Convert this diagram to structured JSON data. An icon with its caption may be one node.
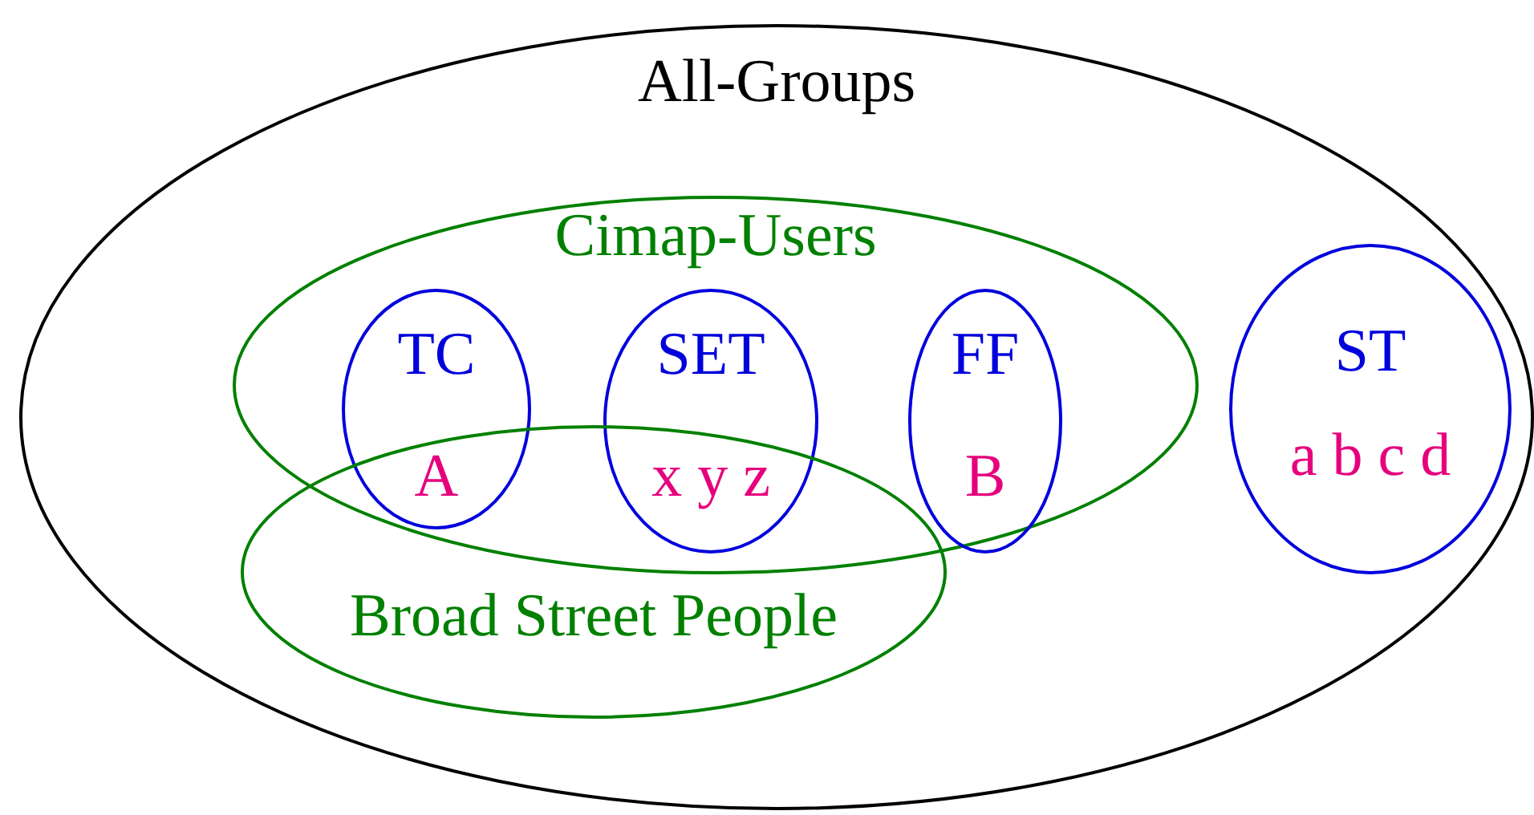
{
  "diagram": {
    "nodes": [
      {
        "text": [
          "All-Groups"
        ]
      },
      {
        "text": [
          "Cimap-Users"
        ],
        "in": 0
      },
      {
        "text": [
          "Broad Street People"
        ],
        "in": 0
      },
      {
        "text": [
          "TC",
          "A"
        ],
        "in": 1
      },
      {
        "text": [
          "SET",
          "x y z"
        ],
        "in": 1
      },
      {
        "text": [
          "FF",
          "B"
        ],
        "in": 1
      },
      {
        "text": [
          "ST",
          "a b c d"
        ],
        "in": 0
      }
    ],
    "edges": []
  }
}
